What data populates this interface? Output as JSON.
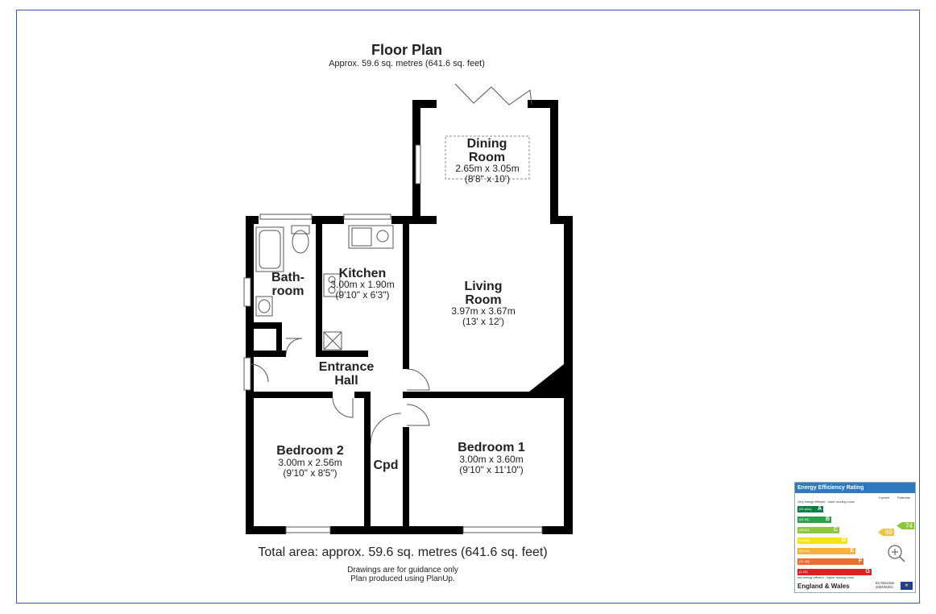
{
  "floorplan": {
    "title": "Floor Plan",
    "subtitle": "Approx. 59.6 sq. metres (641.6 sq. feet)",
    "rooms": {
      "dining": {
        "name_line1": "Dining",
        "name_line2": "Room",
        "dim_m": "2.65m x 3.05m",
        "dim_ft": "(8'8\" x 10')"
      },
      "bathroom": {
        "name_line1": "Bath-",
        "name_line2": "room"
      },
      "kitchen": {
        "name": "Kitchen",
        "dim_m": "3.00m x 1.90m",
        "dim_ft": "(9'10\" x 6'3\")"
      },
      "living": {
        "name_line1": "Living",
        "name_line2": "Room",
        "dim_m": "3.97m x 3.67m",
        "dim_ft": "(13' x 12')"
      },
      "hall": {
        "name_line1": "Entrance",
        "name_line2": "Hall"
      },
      "bedroom2": {
        "name": "Bedroom 2",
        "dim_m": "3.00m x 2.56m",
        "dim_ft": "(9'10\" x 8'5\")"
      },
      "cupboard": {
        "name": "Cpd"
      },
      "bedroom1": {
        "name": "Bedroom 1",
        "dim_m": "3.00m x 3.60m",
        "dim_ft": "(9'10\" x 11'10\")"
      }
    },
    "total_area": "Total area: approx. 59.6 sq. metres (641.6 sq. feet)",
    "note_line1": "Drawings are for guidance only",
    "note_line2": "Plan produced using PlanUp.",
    "wall_color": "#000000"
  },
  "epc": {
    "title": "Energy Efficiency Rating",
    "col_current": "Current",
    "col_potential": "Potential",
    "top_note": "Very energy efficient - lower running costs",
    "bottom_note": "Not energy efficient - higher running costs",
    "bands": [
      {
        "range": "(92 plus)",
        "letter": "A",
        "color": "#0a7f3f"
      },
      {
        "range": "(81-91)",
        "letter": "B",
        "color": "#2aa24a"
      },
      {
        "range": "(69-80)",
        "letter": "C",
        "color": "#8cc63f"
      },
      {
        "range": "(55-68)",
        "letter": "D",
        "color": "#f5e31a"
      },
      {
        "range": "(39-54)",
        "letter": "E",
        "color": "#f6b13a"
      },
      {
        "range": "(21-38)",
        "letter": "F",
        "color": "#ed6d2b"
      },
      {
        "range": "(1-20)",
        "letter": "G",
        "color": "#e31d24"
      }
    ],
    "current": "69",
    "potential": "74",
    "country": "England & Wales",
    "directive_line1": "EU Directive",
    "directive_line2": "2002/91/EC"
  },
  "zoom_icon": "zoom-in-icon"
}
